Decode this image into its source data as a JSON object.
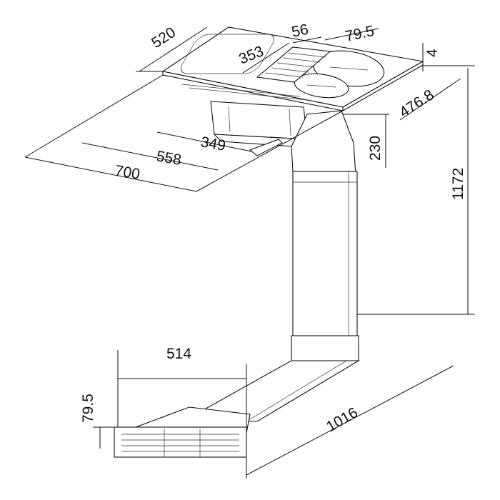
{
  "diagram": {
    "dimensions": {
      "cooktop_depth": "520",
      "vent_width": "56",
      "vent_offset": "79.5",
      "cooktop_thickness": "4",
      "vent_position": "353",
      "cutout_depth": "476.8",
      "unit_height": "230",
      "unit_width": "349",
      "cutout_width": "558",
      "cooktop_width": "700",
      "total_height": "1172",
      "plinth_width": "514",
      "plinth_height": "79.5",
      "duct_length": "1016"
    }
  }
}
